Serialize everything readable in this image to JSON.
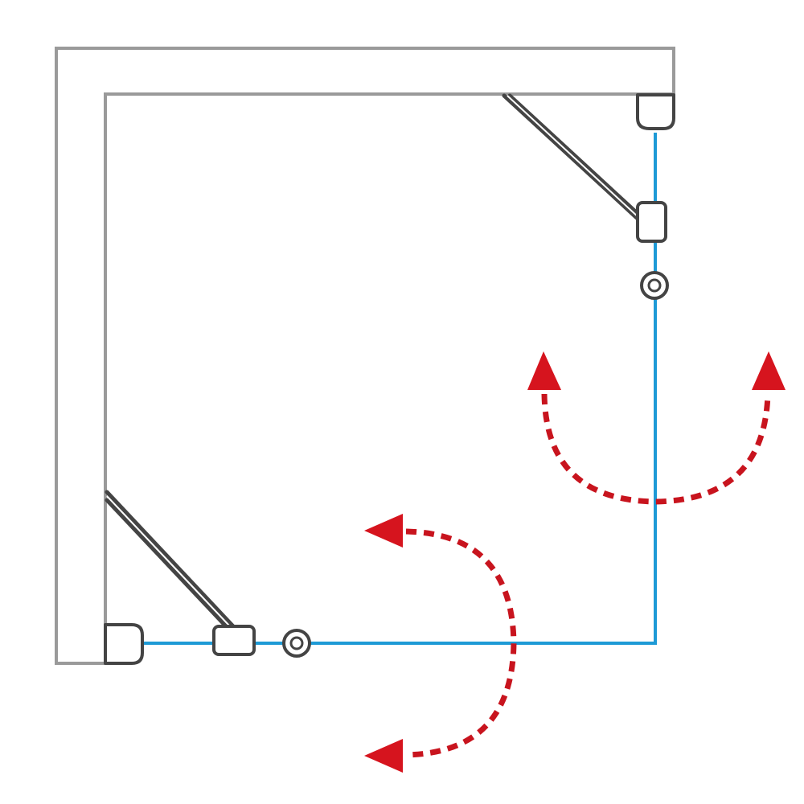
{
  "diagram": {
    "type": "shower-enclosure-plan",
    "wall_color": "#9a9a9a",
    "glass_color": "#1e9ad6",
    "hardware_color": "#444444",
    "arrow_color": "#c8141e",
    "doors": [
      {
        "id": "door-right",
        "swing": "both-directions"
      },
      {
        "id": "door-bottom",
        "swing": "both-directions"
      }
    ]
  }
}
